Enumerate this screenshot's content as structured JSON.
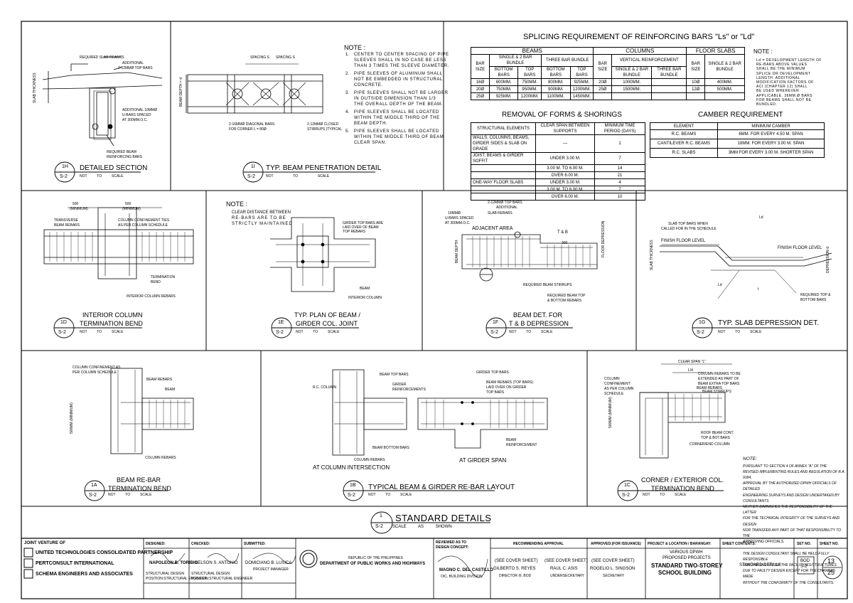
{
  "splicing": {
    "title": "SPLICING REQUIREMENT OF REINFORCING BARS \"Ls\" or \"Ld\"",
    "beams_header": "BEAMS",
    "columns_header": "COLUMNS",
    "floor_slabs_header": "FLOOR SLABS",
    "bar_size_label": "BAR SIZE",
    "beam_single": "SINGLE & 2 BAR BUNDLE",
    "beam_three": "THREE BAR BUNDLE",
    "bottom_bars": "BOTTOM BARS",
    "top_bars": "TOP BARS",
    "vertical_reinf": "VERTICAL REINFORCEMENT",
    "col_single": "SINGLE & 2 BAR BUNDLE",
    "col_three": "THREE BAR BUNDLE",
    "slab_single": "SINGLE & 2 BAR BUNDLE",
    "beam_rows": [
      [
        "16Ø",
        "600MM.",
        "750MM.",
        "800MM.",
        "925MM."
      ],
      [
        "20Ø",
        "750MM.",
        "950MM.",
        "900MM.",
        "1200MM."
      ],
      [
        "25Ø",
        "925MM.",
        "1200MM.",
        "1100MM.",
        "1450MM."
      ]
    ],
    "column_rows": [
      [
        "20Ø",
        "1000MM.",
        ""
      ],
      [
        "25Ø",
        "1500MM.",
        ""
      ]
    ],
    "slab_rows": [
      [
        "10Ø",
        "400MM."
      ],
      [
        "12Ø",
        "500MM."
      ]
    ],
    "note_title": "NOTE :",
    "note_lines": [
      "Ld = DEVELOPMENT LENGTH OF",
      "RE-BARS ABOVE VALUES",
      "SHALL BE THE MINIMUM",
      "SPLICE OR DEVELOPMENT",
      "LENGTH. ADDITIONAL",
      "MODIFICATION FACTORS OF",
      "ACI (CHAPTER 12) SHALL",
      "BE USED WHEREVER",
      "APPLICABLE. 36MM.Ø BARS",
      "FOR BEAMS SHALL NOT BE",
      "BUNDLED."
    ]
  },
  "forms": {
    "title": "REMOVAL OF FORMS & SHORINGS",
    "h1": "STRUCTURAL ELEMENTS",
    "h2": "CLEAR SPAN BETWEEN SUPPORTS",
    "h3": "MINIMUM TIME PERIOD (DAYS)",
    "rows": [
      [
        "WALLS, COLUMNS, BEAMS, GIRDER SIDES & SLAB ON GRADE",
        "—",
        "1"
      ],
      [
        "JOIST, BEAMS & GIRDER SOFFIT",
        "UNDER 3.00 M.",
        "7"
      ],
      [
        "",
        "3.00 M. TO 6.00 M.",
        "14"
      ],
      [
        "",
        "OVER 6.00 M.",
        "21"
      ],
      [
        "ONE-WAY FLOOR SLABS",
        "UNDER 3.00 M.",
        "4"
      ],
      [
        "",
        "3.00 M. TO 6.00 M.",
        "7"
      ],
      [
        "",
        "OVER 6.00 M.",
        "10"
      ]
    ]
  },
  "camber": {
    "title": "CAMBER REQUIREMENT",
    "h1": "ELEMENT",
    "h2": "MINIMUM CAMBER",
    "rows": [
      [
        "R.C. BEAMS",
        "6MM. FOR EVERY 4.50 M. SPAN"
      ],
      [
        "CANTILEVER R.C. BEAMS",
        "18MM. FOR EVERY 3.00 M. SPAN"
      ],
      [
        "R.C. SLABS",
        "3MM FOR EVERY 3.00 M. SHORTER SPAN"
      ]
    ]
  },
  "pipe_note": {
    "title": "NOTE :",
    "items": [
      [
        "1.",
        "CENTER TO CENTER SPACING OF PIPE",
        "SLEEVES SHALL IN NO CASE BE LESS",
        "THAN 3 TIMES THE SLEEVE DIAMETER."
      ],
      [
        "2.",
        "PIPE SLEEVES OF ALUMINUM SHALL",
        "NOT BE EMBEDDED IN STRUCTURAL",
        "CONCRETE."
      ],
      [
        "3.",
        "PIPE SLEEVES SHALL NOT BE LARGER",
        "IN OUTSIDE DIMENSION THAN 1/3",
        "THE OVERALL DEPTH OF THE BEAM."
      ],
      [
        "4.",
        "PIPE SLEEVES SHALL BE LOCATED",
        "WITHIN THE MIDDLE THIRD OF THE",
        "BEAM DEPTH."
      ],
      [
        "5.",
        "PIPE SLEEVES SHALL BE LOCATED",
        "WITHIN THE MIDDLE THIRD OF BEAM",
        "CLEAR SPAN."
      ]
    ]
  },
  "details": {
    "d1h": {
      "code": "1H",
      "sheet": "S-2",
      "title": "DETAILED SECTION",
      "scale": "NOT          TO          SCALE"
    },
    "d1i": {
      "code": "1I",
      "sheet": "S-2",
      "title": "TYP. BEAM PENETRATION DETAIL",
      "scale": "NOT                    TO                    SCALE"
    },
    "d1d": {
      "code": "1D",
      "sheet": "S-2",
      "title1": "INTERIOR COLUMN",
      "title2": "TERMINATION BEND",
      "scale": "NOT          TO          SCALE"
    },
    "d1e": {
      "code": "1E",
      "sheet": "S-2",
      "title1": "TYP. PLAN OF BEAM /",
      "title2": "GIRDER COL. JOINT",
      "scale": "NOT          TO          SCALE"
    },
    "d1f": {
      "code": "1F",
      "sheet": "S-2",
      "title1": "BEAM DET. FOR",
      "title2": "T & B DEPRESSION",
      "scale": "NOT          TO          SCALE"
    },
    "d1g": {
      "code": "1G",
      "sheet": "S-2",
      "title": "TYP. SLAB DEPRESSION DET.",
      "scale": "NOT          TO          SCALE"
    },
    "d1a": {
      "code": "1A",
      "sheet": "S-2",
      "title1": "BEAM RE-BAR",
      "title2": "TERMINATION BEND",
      "scale": "NOT          TO          SCALE"
    },
    "d1b": {
      "code": "1B",
      "sheet": "S-2",
      "title": "TYPICAL BEAM & GIRDER RE-BAR LAYOUT",
      "scale": "NOT          TO          SCALE"
    },
    "d1c": {
      "code": "1C",
      "sheet": "S-2",
      "title1": "CORNER / EXTERIOR COL.",
      "title2": "TERMINATION BEND",
      "scale": "NOT          TO          SCALE"
    },
    "main": {
      "code": "1",
      "sheet": "S-2",
      "title": "STANDARD DETAILS",
      "scale": "SCALE          AS          SHOWN"
    }
  },
  "labels": {
    "req_slab": "REQUIRED SLAB REABRS",
    "additional": "ADDITIONAL",
    "top_bars_2": "2-12MMØ TOP BARS",
    "slab_thk": "SLAB THICKNESS",
    "add_ubars1": "ADDITIONAL 10MMØ",
    "add_ubars2": "U-BARS SPACED",
    "add_ubars3": "AT 300MM.O.C.",
    "req_beam1": "REQUIRED BEAM",
    "req_beam2": "REINFORCING BARS",
    "spacing_s": "SPACING S",
    "beam_depth": "BEAM DEPTH = d",
    "diag1": "2-16MMØ DIAGONAL BARS",
    "diag2": "FOR CORNER L = 80Ø",
    "closed1": "2-12MMØ CLOSED",
    "closed2": "STIRRUPS (TYPICAL",
    "d1d_500a": "500",
    "d1d_min": "(MINIMUM)",
    "transverse1": "TRANSVERSE",
    "transverse2": "BEAM REBARS",
    "colconf1": "COLUMN CONFINEMENT TIES",
    "colconf2": "AS PER COLUMN SCHEDULE",
    "termbend1": "TERMINATION",
    "termbend2": "BEND",
    "int_col": "INTERIOR COLUMN REBARS",
    "note_e": "NOTE :",
    "note_e1": "CLEAR DISTANCE BETWEEN",
    "note_e2": "RE-BARS ARE TO BE",
    "note_e3": "STRICTLY MAINTAINED",
    "girder_top1": "GIRDER TOP BARS ARE",
    "girder_top2": "LAID OVER OF BEAM",
    "girder_top3": "TOP REBARS",
    "beam_lbl": "BEAM",
    "int_col2": "INTERIOR COLUMN",
    "f_top1": "2-12MMØ TOP BARS",
    "f_top2": "ADDITIONAL",
    "f_slab": "SLAB REBARS",
    "f_u1": "10MMØ",
    "f_u2": "U-BARS SPACED",
    "f_u3": "AT 300MM.O.C.",
    "adjacent": "ADJACENT AREA",
    "td": "T & B",
    "f_req_stir": "REQUIRED BEAM STIRRUPS",
    "f_req_top1": "REQUIRED BEAM TOP",
    "f_req_top2": "& BOTTOM REBARS",
    "f_300": "300",
    "beam_depth2": "BEAM DEPTH",
    "floor_dep": "FLOOR DEPRESSION",
    "g_slab1": "SLAB TOP BARS WHEN",
    "g_slab2": "CALLED FOR IN THE SCHEDULE",
    "g_ffl1": "FINISH FLOOR LEVEL",
    "g_ffl2": "FINISH FLOOR LEVEL",
    "g_ld": "Ld",
    "g_t": "t",
    "g_slab_thk": "SLAB THICKNESS",
    "g_depr": "DEPRESSION d",
    "g_req1": "REQUIRED TOP &",
    "g_req2": "BOTTOM BARS",
    "a_colconf1": "COLUMN CONFINEMENT AS",
    "a_colconf2": "PER COLUMN SCHEDULE",
    "a_beam_rebars": "BEAM REBARS",
    "a_beam": "BEAM",
    "a_500": "500MM (MINIMUM)",
    "a_col_rebars": "COLUMN REBARS",
    "b_beam_top": "BEAM TOP BARS",
    "b_rc": "R.C. COLUMN",
    "b_girder_reinf1": "GIRDER",
    "b_girder_reinf2": "REINFORCEMENTS",
    "b_beam_bottom": "BEAM BOTTOM BARS",
    "b_col_rebars": "COLUMN REBARS",
    "b_at_col": "AT COLUMN INTERSECTION",
    "b_girder_top": "GIRDER TOP BARS",
    "b_beam_rebars1": "BEAM REBARS (TOP BARS)",
    "b_beam_rebars2": "LAID OVER ON GIRDER",
    "b_beam_rebars3": "TOP BARS",
    "b_beam_reinf1": "BEAM",
    "b_beam_reinf2": "REINFORCEMENT",
    "b_at_girder": "AT GIRDER SPAN",
    "c_clear": "CLEAR SPAN \"L\"",
    "c_l4": "L/4",
    "c_col_conf1": "COLUMN",
    "c_col_conf2": "CONFINEMENT",
    "c_col_conf3": "AS PER COLUMN",
    "c_col_conf4": "SCHEDULE",
    "c_col_rebars1": "COLUMN REBARS TO BE",
    "c_col_rebars2": "EXTENDED AS PART OF",
    "c_col_rebars3": "BEAM EXTRA TOP BARS",
    "c_beam_rebars": "BEAM REBARS",
    "c_beam_stir": "BEAM STIRRUPS",
    "c_roof1": "ROOF BEAM CONT.",
    "c_roof2": "TOP & BOT.BARS",
    "c_corner": "CORNER/END COLUMN",
    "c_500": "500MM (MINIMUM)"
  },
  "legal_note": {
    "title": "NOTE:",
    "lines": [
      "PURSUANT TO SECTION 4 OF ANNEX \"A\" OF THE",
      "REVISED IMPLEMENTING RULES AND REGULATION OF R.A. 9184,",
      "APPROVAL BY THE AUTHORIZED DPWH OFFICIALS OF DETAILED",
      "ENGINEERING SURVEYS AND DESIGN UNDERTAKEN BY CONSULTANTS",
      "NEITHER DIMINISHES THE RESPONSIBILITY OF THE LATTER",
      "FOR THE TECHNICAL INTEGRITY OF THE SURVEYS AND DESIGN",
      "NOR TRANSFER ANY PART OF THAT RESPONSIBILITY TO THE",
      "APPROVING OFFICIALS.",
      "",
      "THE DESIGN CONSULTANT SHALL BE HELD FULLY RESPONSIBLE",
      "FOR THE FAILURE OF THE FACILITY/IES/STRUCTURES",
      "DUE TO FAULTY DESIGN EXCEPT FOR THE CHANGES MADE",
      "WITHOUT THE CONFORMITY OF THE CONSULTANTS."
    ]
  },
  "title_block": {
    "jv_label": "JOINT VENTURE OF",
    "firm1": "UNITED TECHNOLOGIES CONSOLIDATED PARTNERSHIP",
    "firm2": "PERTCONSULT INTERNATIONAL",
    "firm3": "SCHEMA ENGINEERS AND ASSOCIATES",
    "designed_label": "DESIGNED:",
    "designed_name": "NAPOLEON B. TORIBIO",
    "designed_role1": "STRUCTURAL DESIGN",
    "designed_role2": "POSITION:STRUCTURAL ENGINEER",
    "checked_label": "CHECKED:",
    "checked_name": "NELSON S. ANTONIO",
    "checked_role1": "STRUCTURAL DESIGN",
    "checked_role2": "POSITION:STRUCTURAL ENGINEER",
    "submitted_label": "SUBMITTED:",
    "submitted_name": "DOMICIANO B. LUSICA",
    "submitted_role": "PROJECT MANAGER",
    "republic": "REPUBLIC OF THE PHILIPPINES",
    "dpwh": "DEPARTMENT OF PUBLIC WORKS AND HIGHWAYS",
    "reviewed_label1": "REVIEWED AS TO",
    "reviewed_label2": "DESIGN CONCEPT:",
    "reviewed_name": "MAGNO C. DEL CASTILLO",
    "reviewed_role": "OIC, BUILDING DIVISION",
    "rec_label": "RECOMMENDING APPROVAL",
    "rec1_see": "(SEE COVER SHEET)",
    "rec1_name": "GILBERTO S. REYES",
    "rec1_role": "DIRECTOR III, BOD",
    "rec2_see": "(SEE COVER SHEET)",
    "rec2_name": "RAUL C. ASIS",
    "rec2_role": "UNDERSECRETARY",
    "approved_label": "APPROVED:(FOR ISSUANCE)",
    "approved_see": "(SEE COVER SHEET)",
    "approved_name": "ROGELIO L. SINGSON",
    "approved_role": "SECRETARY",
    "project_label": "PROJECT & LOCATION / BARANGAY:",
    "project1": "VARIOUS DPWH",
    "project2": "PROPOSED PROJECTS",
    "project3": "STANDARD TWO-STOREY",
    "project4": "SCHOOL BUILDING",
    "sheet_contents_label": "SHEET CONTENTS:",
    "sheet_contents": "STANDARD DETAILS",
    "set_label": "SET NO.",
    "set1": "BOD",
    "set2": "S-2",
    "sheet_no_label": "SHEET NO.",
    "sheet_no": "13",
    "sheet_total": "25"
  }
}
